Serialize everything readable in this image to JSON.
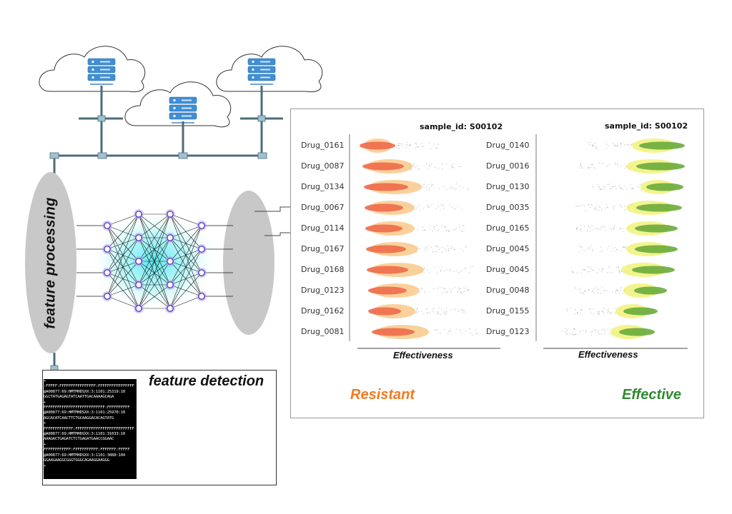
{
  "labels": {
    "feature_processing": "feature processing",
    "feature_detection": "feature detection",
    "resistant": "Resistant",
    "effective": "Effective"
  },
  "left_chart": {
    "sample_id": "sample_id: S00102",
    "xlabel": "Effectiveness",
    "drugs": [
      "Drug_0161",
      "Drug_0087",
      "Drug_0134",
      "Drug_0067",
      "Drug_0114",
      "Drug_0167",
      "Drug_0168",
      "Drug_0123",
      "Drug_0162",
      "Drug_0081"
    ]
  },
  "right_chart": {
    "sample_id": "sample_id: S00102",
    "xlabel": "Effectiveness",
    "drugs": [
      "Drug_0140",
      "Drug_0016",
      "Drug_0130",
      "Drug_0035",
      "Drug_0165",
      "Drug_0045",
      "Drug_0045",
      "Drug_0048",
      "Drug_0155",
      "Drug_0123"
    ]
  },
  "fastq_lines": [
    "+",
    ":FFFFF:FFFFFFFFFFFFFFFF:FFFFFFFFFFFFFFFF",
    "@A00877:69:HMTMHDSXX:3:1101:25319:10",
    "GGCTATGAGAGTATCAATTGACAAAAGCAGA",
    "+",
    "FFFFFFFFFFFFFFFFFFFFFFFFFFF:FFFFFFFFFF",
    "@A00877:69:HMTMHDSXX:3:1101:25970:10",
    "AGCACATCAACTTCTGCAAGGACACAGTATG",
    "+",
    "FFFFFFFFFFFFF:FFFFFFFFFFFFFFFFFFFFFFFFFF",
    "@A00877:69:HMTMHDSXX:3:1101:31033:10",
    "AAAGACTGAGATCTCTGAGATGAACCGGAAC",
    "+",
    "FFFFFFFFFFFF:FFFFFFFFFFF:FFFFFFF:FFFFF",
    "@A00877:69:HMTMHDSXX:3:1101:3088:104",
    "GGAAGAAGGCGGGTGGGCAGAAGGAAGGG",
    "+"
  ],
  "colors": {
    "resistant": "#f07a22",
    "effective": "#2f8a2f",
    "resistant_core": "#ee6a4a",
    "resistant_halo": "#f9c98a",
    "effective_core": "#6aab3c",
    "effective_halo": "#f1f27a",
    "node_glow": "#4fe6ee",
    "ellipse": "#c8c8c8",
    "server": "#3f8fd6"
  },
  "icons": [
    "cloud-server-icon",
    "neural-network-icon",
    "test-tube-rack-icon",
    "petri-dish-icon",
    "arrow-left-icon",
    "arrow-right-icon"
  ]
}
